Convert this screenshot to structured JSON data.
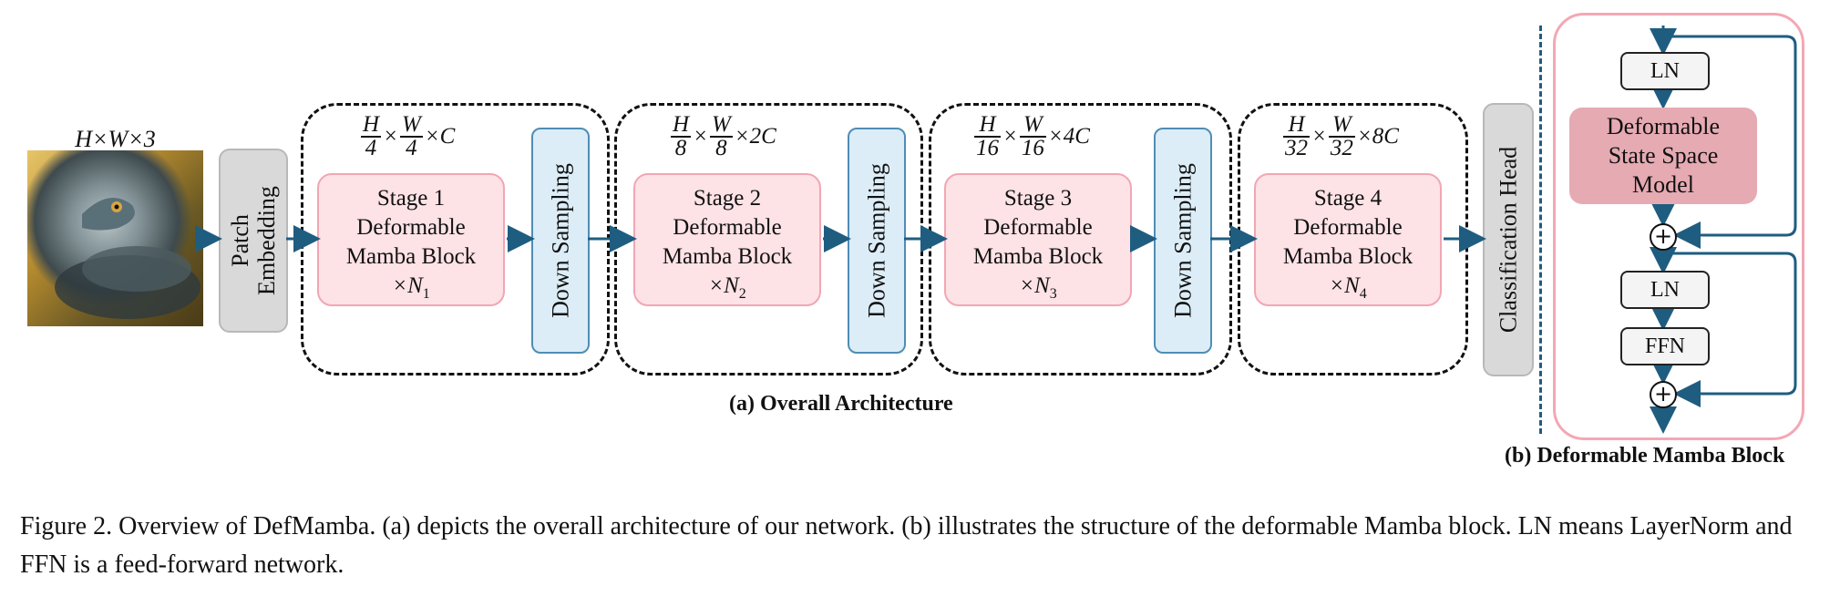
{
  "input": {
    "dims": "H×W×3"
  },
  "patch_embedding": {
    "line1": "Patch",
    "line2": "Embedding"
  },
  "stages": [
    {
      "h_num": "H",
      "h_den": "4",
      "w_num": "W",
      "w_den": "4",
      "mult": "×C",
      "title": "Stage 1",
      "line2": "Deformable",
      "line3": "Mamba Block",
      "repeat": "×N",
      "sub": "1"
    },
    {
      "h_num": "H",
      "h_den": "8",
      "w_num": "W",
      "w_den": "8",
      "mult": "×2C",
      "title": "Stage 2",
      "line2": "Deformable",
      "line3": "Mamba Block",
      "repeat": "×N",
      "sub": "2"
    },
    {
      "h_num": "H",
      "h_den": "16",
      "w_num": "W",
      "w_den": "16",
      "mult": "×4C",
      "title": "Stage 3",
      "line2": "Deformable",
      "line3": "Mamba Block",
      "repeat": "×N",
      "sub": "3"
    },
    {
      "h_num": "H",
      "h_den": "32",
      "w_num": "W",
      "w_den": "32",
      "mult": "×8C",
      "title": "Stage 4",
      "line2": "Deformable",
      "line3": "Mamba Block",
      "repeat": "×N",
      "sub": "4"
    }
  ],
  "down_sampling": "Down Sampling",
  "classification_head": "Classification Head",
  "caption_a": "(a) Overall Architecture",
  "block_b": {
    "ln1": "LN",
    "dssm_l1": "Deformable",
    "dssm_l2": "State Space",
    "dssm_l3": "Model",
    "ln2": "LN",
    "ffn": "FFN",
    "plus": "+"
  },
  "caption_b": "(b) Deformable Mamba Block",
  "figure_caption": "Figure 2. Overview of DefMamba. (a) depicts the overall architecture of our network. (b) illustrates the structure of the deformable Mamba block. LN means LayerNorm and FFN is a feed-forward network.",
  "colors": {
    "arrow": "#1f5d80",
    "stage_fill": "#fde2e6",
    "down_fill": "#dcedf7",
    "dssm_fill": "#e6aab3"
  }
}
